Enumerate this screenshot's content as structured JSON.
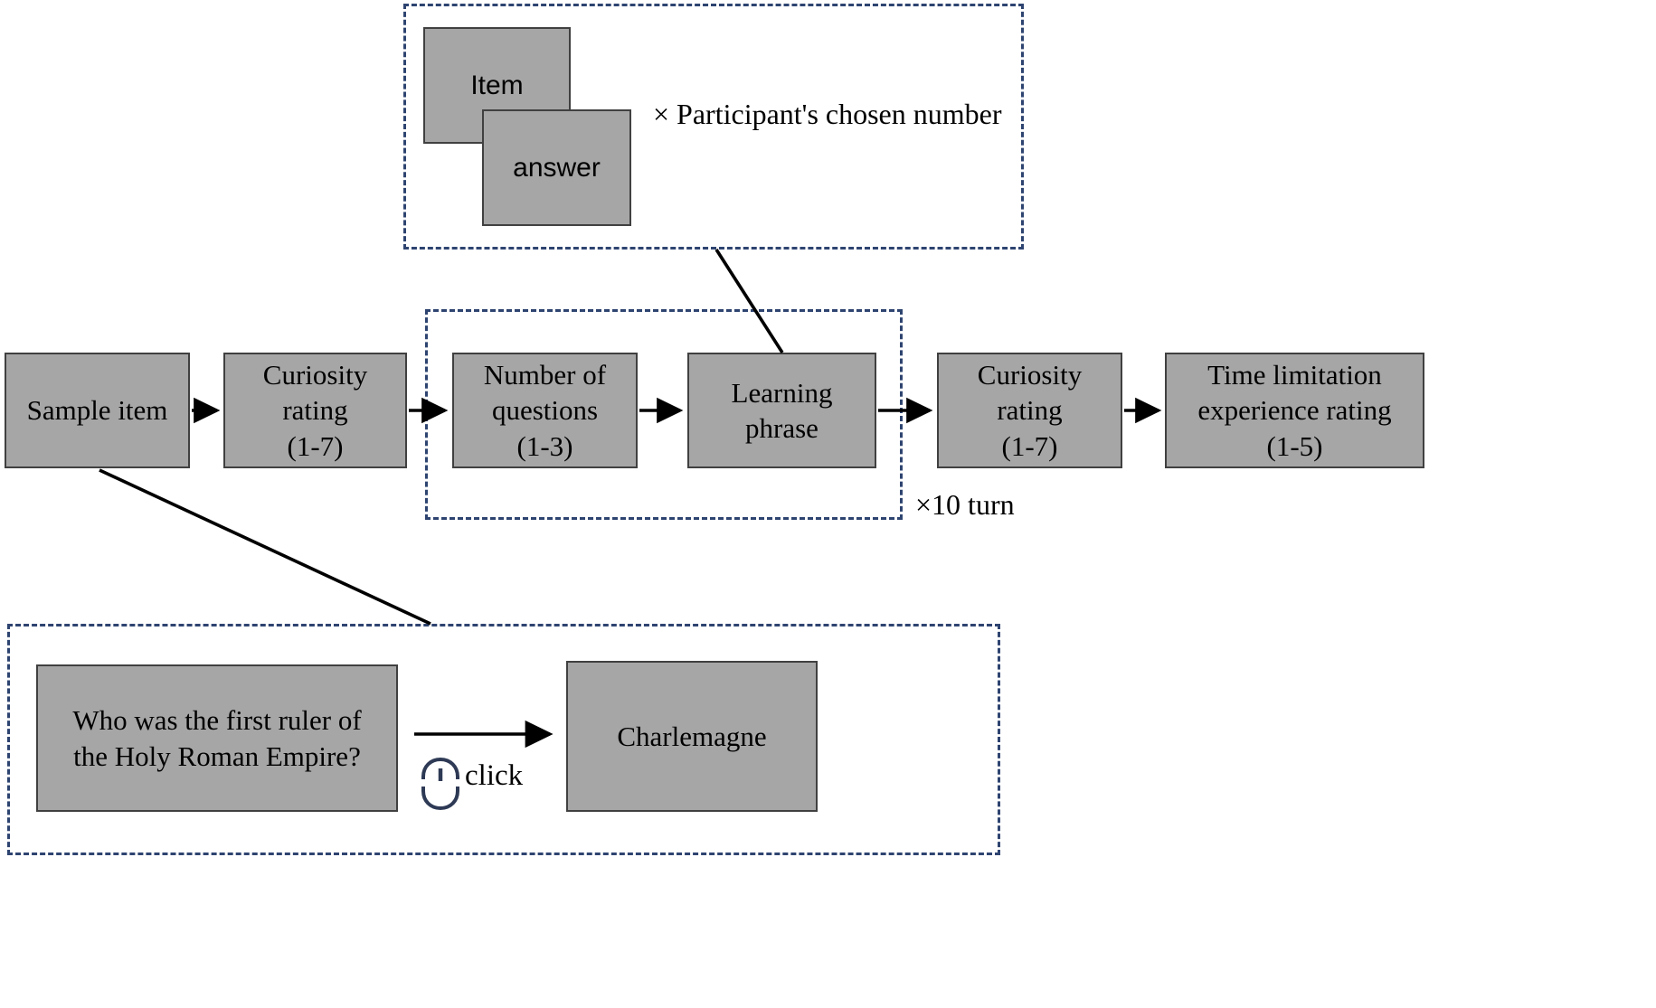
{
  "diagram": {
    "title": "Experimental procedure flow diagram",
    "colors": {
      "box_fill": "#a6a6a6",
      "box_border": "#404040",
      "dashed_border": "#2e4470",
      "arrow": "#000000",
      "background": "#ffffff"
    },
    "top_panel": {
      "item_box_label": "Item",
      "answer_box_label": "answer",
      "multiplier_label": "× Participant's chosen number"
    },
    "flow": {
      "steps": [
        {
          "id": "sample-item",
          "lines": [
            "Sample item"
          ]
        },
        {
          "id": "curiosity-rating-pre",
          "lines": [
            "Curiosity",
            "rating",
            "(1-7)"
          ]
        },
        {
          "id": "number-of-questions",
          "lines": [
            "Number of",
            "questions",
            "(1-3)"
          ]
        },
        {
          "id": "learning-phrase",
          "lines": [
            "Learning",
            "phrase"
          ]
        },
        {
          "id": "curiosity-rating-post",
          "lines": [
            "Curiosity",
            "rating",
            "(1-7)"
          ]
        },
        {
          "id": "time-limitation-experience",
          "lines": [
            "Time limitation",
            "experience rating",
            "(1-5)"
          ]
        }
      ],
      "loop_label": "×10 turn"
    },
    "bottom_panel": {
      "question_lines": [
        "Who was the first ruler of",
        "the Holy Roman Empire?"
      ],
      "action_label": "click",
      "answer_label": "Charlemagne",
      "mouse_icon": "mouse-icon"
    }
  }
}
